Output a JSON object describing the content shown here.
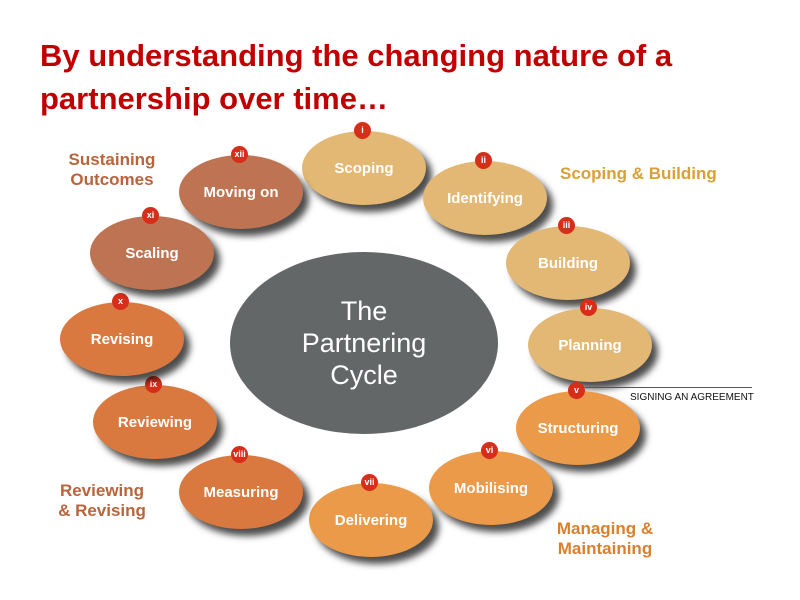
{
  "title": "By understanding the changing nature of a partnership over time…",
  "center_label": "The Partnering Cycle",
  "stages": [
    {
      "num": "i",
      "label": "Scoping",
      "color": "#E2B874"
    },
    {
      "num": "ii",
      "label": "Identifying",
      "color": "#E2B874"
    },
    {
      "num": "iii",
      "label": "Building",
      "color": "#E2B874"
    },
    {
      "num": "iv",
      "label": "Planning",
      "color": "#E2B874"
    },
    {
      "num": "v",
      "label": "Structuring",
      "color": "#EA9A48"
    },
    {
      "num": "vi",
      "label": "Mobilising",
      "color": "#EA9A48"
    },
    {
      "num": "vii",
      "label": "Delivering",
      "color": "#EA9A48"
    },
    {
      "num": "viii",
      "label": "Measuring",
      "color": "#D9793F"
    },
    {
      "num": "ix",
      "label": "Reviewing",
      "color": "#D9793F"
    },
    {
      "num": "x",
      "label": "Revising",
      "color": "#D9793F"
    },
    {
      "num": "xi",
      "label": "Scaling",
      "color": "#BE7452"
    },
    {
      "num": "xii",
      "label": "Moving on",
      "color": "#BE7452"
    }
  ],
  "phases": {
    "scoping_building": {
      "label": "Scoping & Building",
      "color": "#D9A035"
    },
    "managing_maintaining": {
      "label": "Managing & Maintaining",
      "color": "#D9802F"
    },
    "reviewing_revising": {
      "label": "Reviewing & Revising",
      "color": "#B8643C"
    },
    "sustaining_outcomes": {
      "label": "Sustaining Outcomes",
      "color": "#B8643C"
    }
  },
  "signing_label": "SIGNING AN AGREEMENT"
}
